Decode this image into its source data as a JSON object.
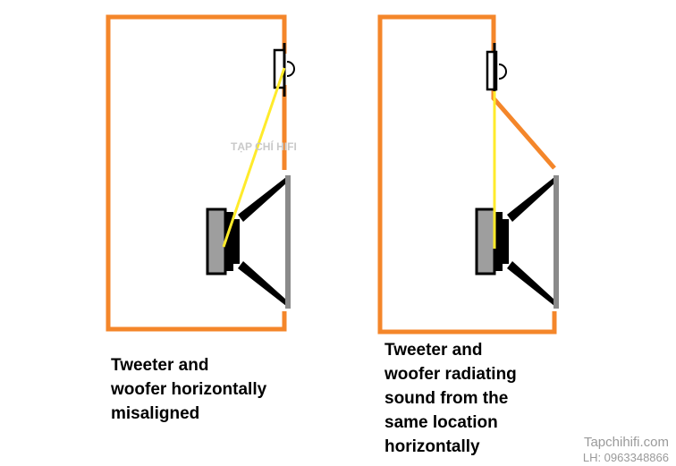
{
  "captions": {
    "left": [
      "Tweeter and",
      "woofer horizontally",
      "misaligned"
    ],
    "right": [
      "Tweeter and",
      "woofer radiating",
      "sound from the",
      "same location",
      "horizontally"
    ]
  },
  "watermark": {
    "center": "TẠP CHÍ HIFI",
    "site": "Tapchihifi.com",
    "phone": "LH: 0963348866"
  },
  "colors": {
    "cabinet": "#f4862a",
    "line": "#ffeb2b",
    "magnet": "#9e9e9e",
    "text": "#000000"
  }
}
